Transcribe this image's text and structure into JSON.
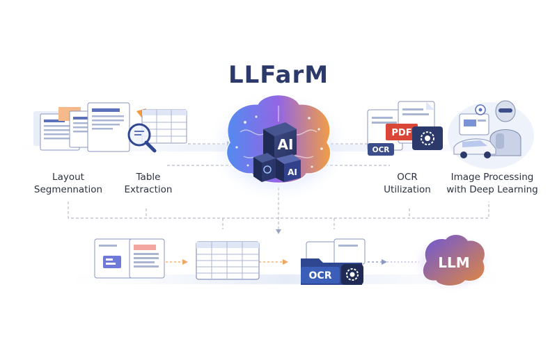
{
  "title": "LLFarM",
  "colors": {
    "title": "#2b3a6b",
    "accent_blue": "#3b6fd8",
    "accent_orange": "#f29a3a",
    "accent_purple": "#8a5ad8",
    "connector": "#b7bcc6"
  },
  "top_row": [
    {
      "line1": "Layout",
      "line2": "Segmennation",
      "icon": "document-stack-icon"
    },
    {
      "line1": "Table",
      "line2": "Extraction",
      "icon": "magnifier-table-icon"
    },
    {
      "line1": "OCR",
      "line2": "Utilization",
      "icon": "pdf-ocr-icon"
    },
    {
      "line1": "Image Processing",
      "line2": "with Deep Learning",
      "icon": "robot-car-icon"
    }
  ],
  "center": {
    "badge_top": "AI",
    "badge_side": "AI",
    "icon": "ai-brain-icon"
  },
  "bottom_row": [
    {
      "icon": "documents-icon"
    },
    {
      "icon": "spreadsheet-icon"
    },
    {
      "badge": "OCR",
      "icon": "ocr-folder-icon"
    },
    {
      "badge": "LLM",
      "icon": "llm-brain-icon"
    }
  ]
}
